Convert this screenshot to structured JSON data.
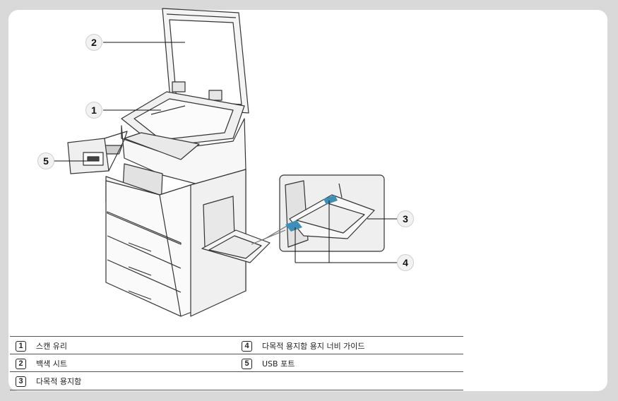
{
  "callouts": [
    {
      "id": "callout-1",
      "label": "1"
    },
    {
      "id": "callout-2",
      "label": "2"
    },
    {
      "id": "callout-3",
      "label": "3"
    },
    {
      "id": "callout-4",
      "label": "4"
    },
    {
      "id": "callout-5",
      "label": "5"
    }
  ],
  "legend": [
    {
      "num": "1",
      "text": "스캔 유리"
    },
    {
      "num": "4",
      "text": "다목적 용지함 용지 너비 가이드"
    },
    {
      "num": "2",
      "text": "백색 시트"
    },
    {
      "num": "5",
      "text": "USB 포트"
    },
    {
      "num": "3",
      "text": "다목적 용지함"
    }
  ],
  "colors": {
    "background": "#d9d9d9",
    "card": "#ffffff",
    "guide_accent": "#3d8fb8"
  }
}
